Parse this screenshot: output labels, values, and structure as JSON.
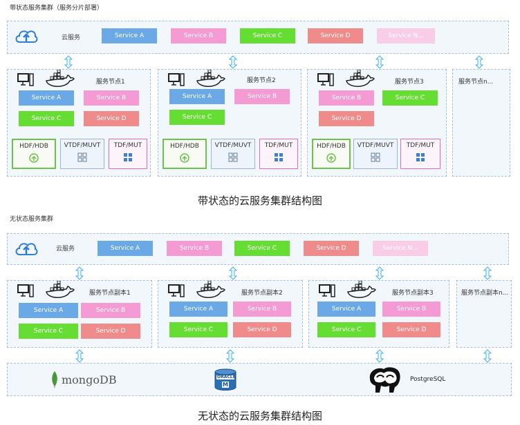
{
  "top": {
    "section_title": "带状态服务集群（服务分片部署）",
    "cloud_label": "云服务",
    "cloud_services": [
      "Service A",
      "Service B",
      "Service C",
      "Service D",
      "Service N..."
    ],
    "nodes": [
      {
        "title": "服务节点1",
        "services": [
          "Service A",
          "Service B",
          "Service C",
          "Service D"
        ],
        "dbs": [
          "HDF/HDB",
          "VTDF/MUVT",
          "TDF/MUT"
        ]
      },
      {
        "title": "服务节点2",
        "services": [
          "Service A",
          "Service B",
          "Service C"
        ],
        "dbs": [
          "HDF/HDB",
          "VTDF/MUVT",
          "TDF/MUT"
        ]
      },
      {
        "title": "服务节点3",
        "services": [
          "Service B",
          "Service C",
          "Service D"
        ],
        "dbs": [
          "HDF/HDB",
          "VTDF/MUVT",
          "TDF/MUT"
        ]
      },
      {
        "title": "服务节点n..."
      }
    ],
    "caption": "带状态的云服务集群结构图"
  },
  "bottom": {
    "section_title": "无状态服务集群",
    "cloud_label": "云服务",
    "cloud_services": [
      "Service A",
      "Service B",
      "Service C",
      "Service D",
      "Service N..."
    ],
    "nodes": [
      {
        "title": "服务节点副本1",
        "services": [
          "Service A",
          "Service B",
          "Service C",
          "Service D"
        ]
      },
      {
        "title": "服务节点副本2",
        "services": [
          "Service A",
          "Service B",
          "Service C",
          "Service D"
        ]
      },
      {
        "title": "服务节点副本3",
        "services": [
          "Service A",
          "Service B",
          "Service C",
          "Service D"
        ]
      },
      {
        "title": "服务节点副本n..."
      }
    ],
    "databases": {
      "mongo": "mongoDB",
      "oracle_top": "ORACLE",
      "oracle_letter": "M",
      "postgres": "PostgreSQL"
    },
    "caption": "无状态的云服务集群结构图"
  },
  "icons": [
    "cloud-upload-icon",
    "computer-icon",
    "docker-whale-icon",
    "arrow-updown-icon",
    "grid-icon",
    "upload-circle-icon",
    "mongodb-leaf-icon",
    "oracle-db-icon",
    "postgresql-elephant-icon"
  ]
}
